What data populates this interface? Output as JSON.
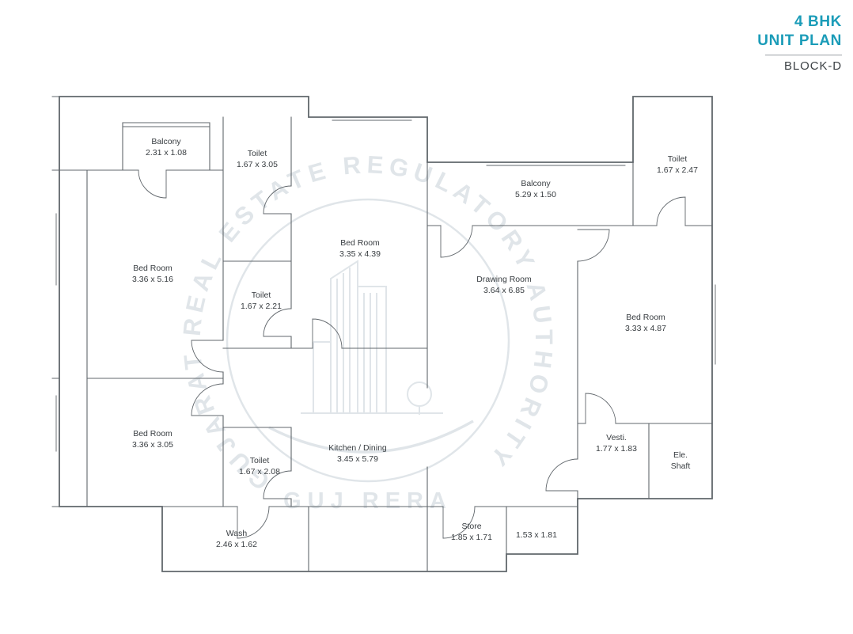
{
  "header": {
    "title_line1": "4 BHK",
    "title_line2": "UNIT PLAN",
    "block_label": "BLOCK-D"
  },
  "colors": {
    "accent": "#1b9cb8",
    "wm": "#c2cdd4",
    "wall": "#61676c",
    "ink": "#383d41"
  },
  "watermark": {
    "ring_text": "GUJARAT REAL ESTATE REGULATORY AUTHORITY",
    "bottom_text": "GUJ RERA"
  },
  "rooms": [
    {
      "name": "Balcony",
      "dims": "2.31 x 1.08"
    },
    {
      "name": "Toilet",
      "dims": "1.67 x 3.05"
    },
    {
      "name": "Bed Room",
      "dims": "3.36 x 5.16"
    },
    {
      "name": "Bed Room",
      "dims": "3.35 x 4.39"
    },
    {
      "name": "Toilet",
      "dims": "1.67 x 2.21"
    },
    {
      "name": "Balcony",
      "dims": "5.29 x 1.50"
    },
    {
      "name": "Toilet",
      "dims": "1.67 x 2.47"
    },
    {
      "name": "Drawing Room",
      "dims": "3.64 x 6.85"
    },
    {
      "name": "Bed Room",
      "dims": "3.33 x 4.87"
    },
    {
      "name": "Bed Room",
      "dims": "3.36 x 3.05"
    },
    {
      "name": "Toilet",
      "dims": "1.67 x 2.08"
    },
    {
      "name": "Kitchen / Dining",
      "dims": "3.45 x 5.79"
    },
    {
      "name": "Vesti.",
      "dims": "1.77 x 1.83"
    },
    {
      "name": "Ele. Shaft",
      "dims": ""
    },
    {
      "name": "Wash",
      "dims": "2.46 x 1.62"
    },
    {
      "name": "Store",
      "dims": "1.85 x 1.71"
    },
    {
      "name": "",
      "dims": "1.53 x 1.81"
    }
  ]
}
